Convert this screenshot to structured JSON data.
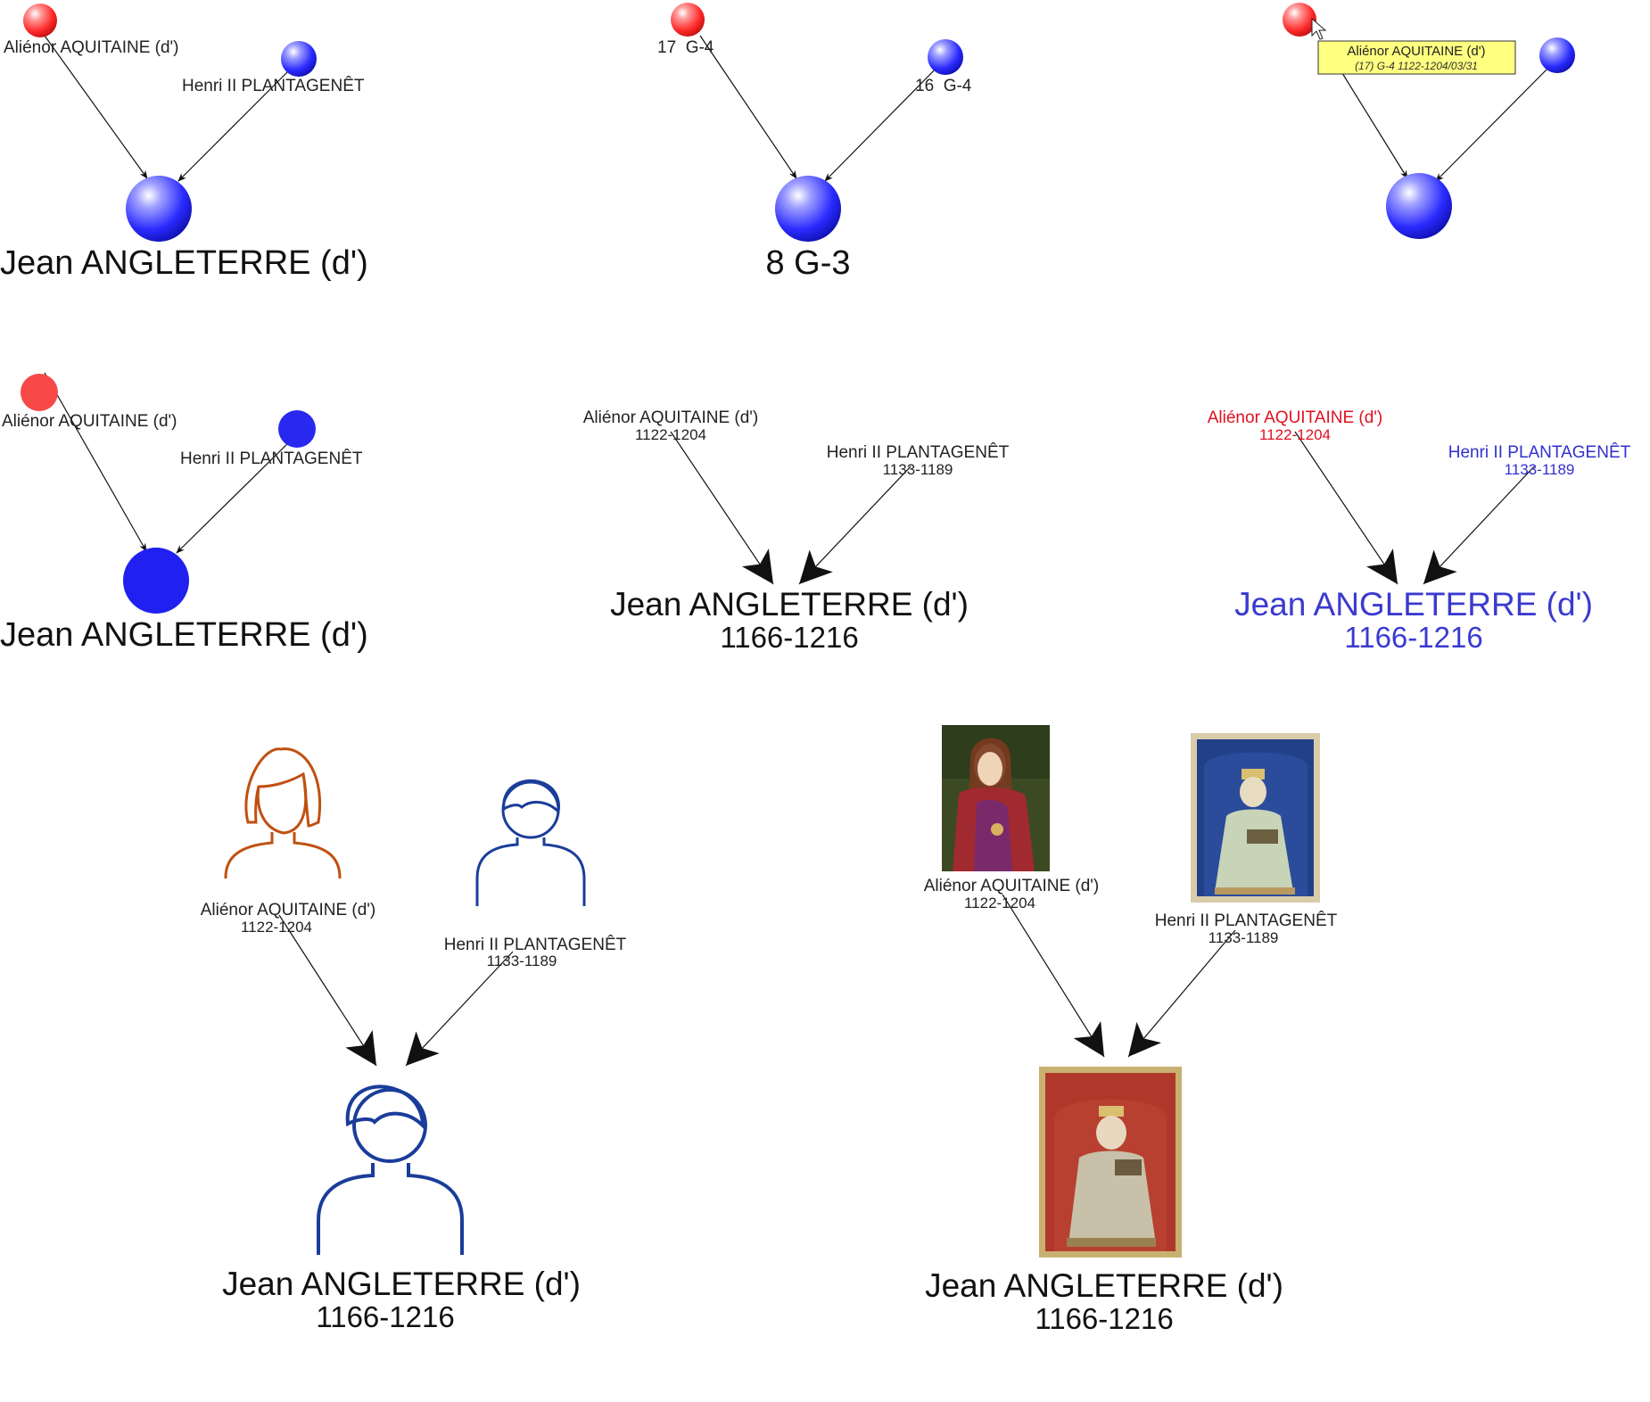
{
  "colors": {
    "female": "#ff2020",
    "male": "#2020f0",
    "edge": "#111111",
    "label": "#222222",
    "female_label": "#e01020",
    "male_label": "#3030d0",
    "female_icon": "#c05010",
    "male_icon": "#1a3d9a",
    "tooltip_bg": "#ffff80"
  },
  "panels": [
    {
      "id": "sphere-names",
      "mother": {
        "label": "Aliénor AQUITAINE (d')",
        "icon": "shaded-sphere-icon"
      },
      "father": {
        "label": "Henri II PLANTAGENÊT",
        "icon": "shaded-sphere-icon"
      },
      "child": {
        "label": "Jean ANGLETERRE (d')",
        "icon": "shaded-sphere-icon"
      }
    },
    {
      "id": "sphere-numbers",
      "mother": {
        "label": "17  G-4",
        "icon": "shaded-sphere-icon"
      },
      "father": {
        "label": "16  G-4",
        "icon": "shaded-sphere-icon"
      },
      "child": {
        "label": "8 G-3",
        "icon": "shaded-sphere-icon"
      }
    },
    {
      "id": "sphere-tooltip",
      "tooltip": {
        "title": "Aliénor AQUITAINE (d')",
        "detail": "(17) G-4 1122-1204/03/31"
      },
      "mother": {
        "icon": "shaded-sphere-icon"
      },
      "father": {
        "icon": "shaded-sphere-icon"
      },
      "child": {
        "icon": "shaded-sphere-icon"
      }
    },
    {
      "id": "flat-names",
      "mother": {
        "label": "Aliénor AQUITAINE (d')",
        "icon": "flat-circle-icon"
      },
      "father": {
        "label": "Henri II PLANTAGENÊT",
        "icon": "flat-circle-icon"
      },
      "child": {
        "label": "Jean ANGLETERRE (d')",
        "icon": "flat-circle-icon"
      }
    },
    {
      "id": "text-dates",
      "mother": {
        "label": "Aliénor AQUITAINE (d')",
        "dates": "1122-1204"
      },
      "father": {
        "label": "Henri II PLANTAGENÊT",
        "dates": "1133-1189"
      },
      "child": {
        "label": "Jean ANGLETERRE (d')",
        "dates": "1166-1216"
      }
    },
    {
      "id": "text-colored",
      "mother": {
        "label": "Aliénor AQUITAINE (d')",
        "dates": "1122-1204"
      },
      "father": {
        "label": "Henri II PLANTAGENÊT",
        "dates": "1133-1189"
      },
      "child": {
        "label": "Jean ANGLETERRE (d')",
        "dates": "1166-1216"
      }
    },
    {
      "id": "person-icons",
      "mother": {
        "label": "Aliénor AQUITAINE (d')",
        "dates": "1122-1204",
        "icon": "female-person-icon"
      },
      "father": {
        "label": "Henri II PLANTAGENÊT",
        "dates": "1133-1189",
        "icon": "male-person-icon"
      },
      "child": {
        "label": "Jean ANGLETERRE (d')",
        "dates": "1166-1216",
        "icon": "male-person-icon"
      }
    },
    {
      "id": "portraits",
      "mother": {
        "label": "Aliénor AQUITAINE (d')",
        "dates": "1122-1204",
        "icon": "portrait-image"
      },
      "father": {
        "label": "Henri II PLANTAGENÊT",
        "dates": "1133-1189",
        "icon": "portrait-image"
      },
      "child": {
        "label": "Jean ANGLETERRE (d')",
        "dates": "1166-1216",
        "icon": "portrait-image"
      }
    }
  ]
}
